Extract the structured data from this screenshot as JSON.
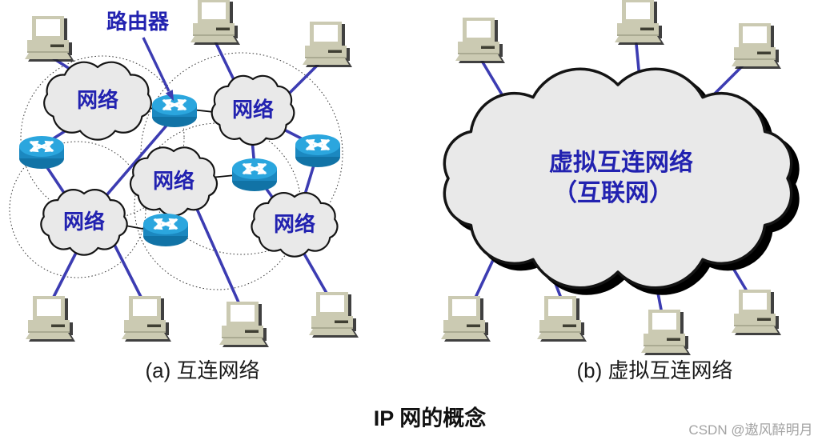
{
  "title": "IP  网的概念",
  "watermark": "CSDN @遨风醉明月",
  "panel_a": {
    "caption": "(a)  互连网络",
    "router_label": "路由器",
    "clouds": [
      {
        "label": "网络"
      },
      {
        "label": "网络"
      },
      {
        "label": "网络"
      },
      {
        "label": "网络"
      },
      {
        "label": "网络"
      }
    ]
  },
  "panel_b": {
    "caption": "(b)  虚拟互连网络",
    "cloud_label_line1": "虚拟互连网络",
    "cloud_label_line2": "（互联网）"
  },
  "icons": {
    "router": "cyan-cylinder-with-crossed-white-arrows",
    "computer": "beige-desktop-pc",
    "cloud": "scalloped-network-cloud",
    "pointer": "blue-arrow"
  },
  "colors": {
    "line_blue": "#3c3cb2",
    "label_blue": "#2222b0",
    "cloud_fill": "#e9e9e9",
    "cloud_stroke": "#141414",
    "router_top": "#2ba6de",
    "router_side": "#1b88c0",
    "router_bottom": "#1173a6",
    "computer_body": "#cbcab2",
    "computer_screen": "#ffffff",
    "caption_black": "#1c1c1c",
    "watermark_gray": "#a3a3a3",
    "boundary_dot": "#3a3a3a"
  }
}
